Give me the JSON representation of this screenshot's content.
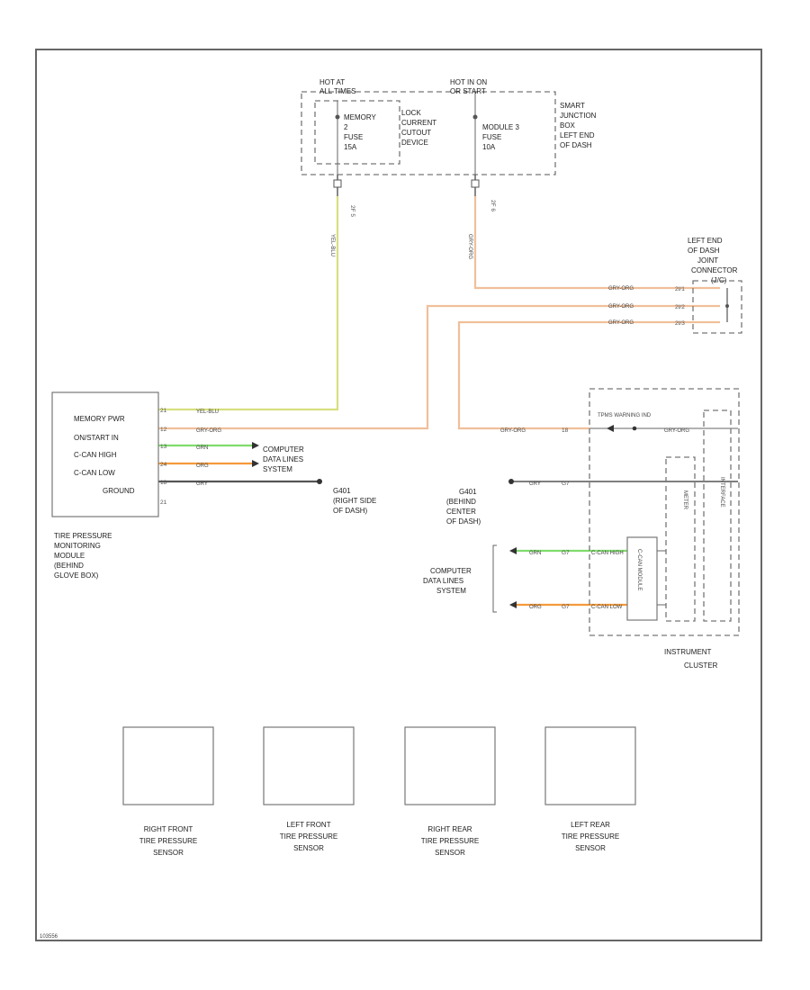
{
  "colors": {
    "yellow_blue": "#d7df7e",
    "gray_orange": "#f0bf9a",
    "green": "#7fdc6c",
    "orange": "#f49a3c",
    "gray": "#555555",
    "border": "#666666"
  },
  "junction_box": {
    "hot_at_all_times": [
      "HOT AT",
      "ALL TIMES"
    ],
    "hot_in_run": [
      "HOT IN ON",
      "OR START"
    ],
    "memory_fuse": [
      "MEMORY",
      "2",
      "FUSE",
      "15A"
    ],
    "lock_device": [
      "LOCK",
      "CURRENT",
      "CUTOUT",
      "DEVICE"
    ],
    "module_fuse": [
      "MODULE 3",
      "FUSE",
      "10A"
    ],
    "label": [
      "SMART",
      "JUNCTION",
      "BOX",
      "LEFT END",
      "OF DASH"
    ],
    "pin_left": "2F 5",
    "pin_right": "2F 6"
  },
  "joint_connector": {
    "label": [
      "LEFT END",
      "OF DASH",
      "JOINT",
      "CONNECTOR",
      "(J/C)"
    ],
    "pins": [
      "2I/1",
      "2I/2",
      "2I/3"
    ],
    "wires": [
      "GRY-ORG",
      "GRY-ORG",
      "GRY-ORG"
    ]
  },
  "tpms_module": {
    "rows": [
      "MEMORY PWR",
      "ON/START IN",
      "C-CAN HIGH",
      "C-CAN LOW",
      "GROUND"
    ],
    "pins": [
      "21",
      "12",
      "13",
      "24",
      "18",
      "21"
    ],
    "wires": [
      "YEL-BLU",
      "GRY-ORG",
      "GRN",
      "ORG",
      "GRY"
    ],
    "label": [
      "TIRE PRESSURE",
      "MONITORING",
      "MODULE",
      "(BEHIND",
      "GLOVE BOX)"
    ]
  },
  "computer_data_lines_1": [
    "COMPUTER",
    "DATA LINES",
    "SYSTEM"
  ],
  "ground_1": [
    "G401",
    "(RIGHT SIDE",
    "OF DASH)"
  ],
  "ground_2": [
    "G401",
    "(BEHIND",
    "CENTER",
    "OF DASH)"
  ],
  "computer_data_lines_2": [
    "COMPUTER",
    "DATA LINES",
    "SYSTEM"
  ],
  "instrument_cluster": {
    "label": [
      "INSTRUMENT",
      "CLUSTER"
    ],
    "tpms_in": "TPMS WARNING IND",
    "wire_in": "GRY-ORG",
    "pin_in": "18",
    "ground_wire": "GRY",
    "ground_pin": "G7",
    "can_high_wire": "GRN",
    "can_high_pin": "G7",
    "can_low_wire": "ORG",
    "can_low_pin": "G7",
    "can_high_label": "C-CAN HIGH",
    "can_low_label": "C-CAN LOW",
    "can_module": "C-CAN MODULE",
    "meter": "METER",
    "interface": "INTERFACE",
    "ind_wire": "GRY-ORG"
  },
  "sensors": [
    [
      "RIGHT FRONT",
      "TIRE PRESSURE",
      "SENSOR"
    ],
    [
      "LEFT FRONT",
      "TIRE PRESSURE",
      "SENSOR"
    ],
    [
      "RIGHT REAR",
      "TIRE PRESSURE",
      "SENSOR"
    ],
    [
      "LEFT REAR",
      "TIRE PRESSURE",
      "SENSOR"
    ]
  ],
  "vertical_wires": {
    "left": "YEL-BLU",
    "right": "GRY-ORG"
  },
  "footer_id": "103556"
}
